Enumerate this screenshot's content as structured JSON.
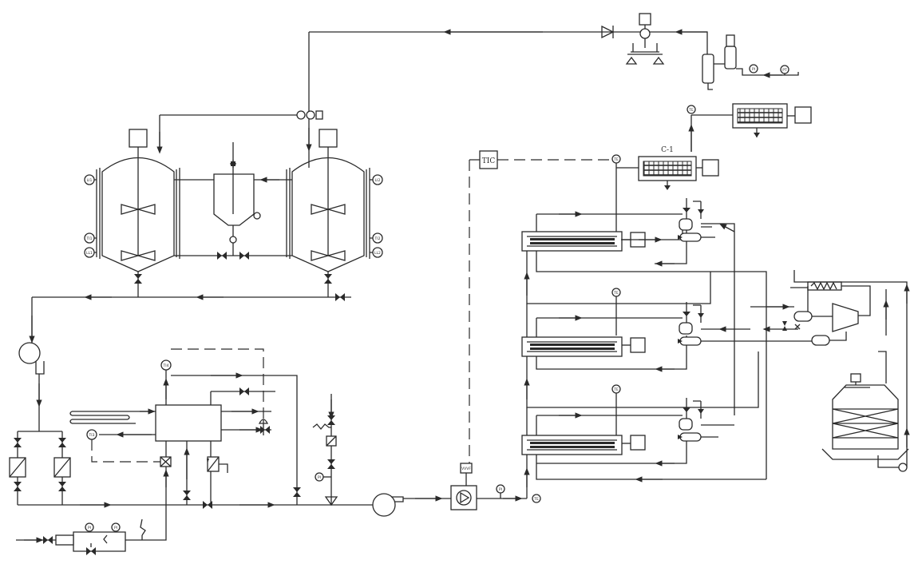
{
  "diagram": {
    "controller_label": "TIC",
    "cooler_label": "C-1",
    "tags": {
      "li_1": "LI1",
      "li_2": "LI2",
      "ti_1": "TI1",
      "ti_2": "TI2",
      "ll_1": "LL1",
      "ll_2": "LL2",
      "ti_hx": "TI4",
      "ti_hx_left": "TI3",
      "pi_dosing": "PI",
      "pi_a": "PI",
      "pi_b": "PI",
      "pi_pump": "PI",
      "te_main": "TE",
      "te_c1": "TE",
      "te_upper": "TE",
      "te_press1": "TE",
      "te_press2": "TE",
      "te_press3": "TE",
      "vvvf": "VVVF",
      "pi_top": "PI",
      "pt_top": "PT"
    }
  }
}
